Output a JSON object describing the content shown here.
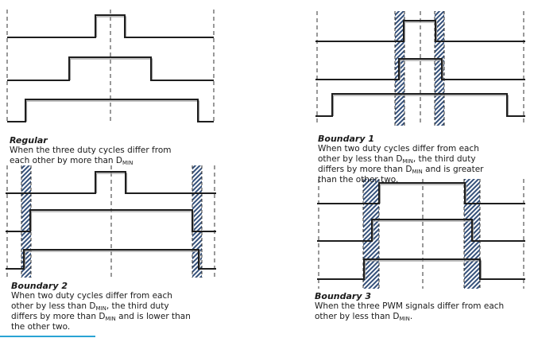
{
  "panels": [
    {
      "id": "regular",
      "title": "Regular",
      "body": [
        {
          "t": "When the three duty cycles differ from each other by more than D"
        },
        {
          "sub": "MIN"
        }
      ],
      "pulses": [
        [
          120,
          157
        ],
        [
          87,
          190
        ],
        [
          32,
          249
        ]
      ],
      "bands": []
    },
    {
      "id": "boundary-1",
      "title": "Boundary 1",
      "body": [
        {
          "t": "When two duty cycles differ from each other by less than D"
        },
        {
          "sub": "MIN"
        },
        {
          "t": ", the third duty differs by more than D"
        },
        {
          "sub": "MIN"
        },
        {
          "t": " and is greater than the other two."
        }
      ],
      "pulses": [
        [
          508,
          548
        ],
        [
          502,
          556
        ],
        [
          418,
          638
        ]
      ],
      "bands": [
        [
          497,
          509
        ],
        [
          547,
          559
        ]
      ]
    },
    {
      "id": "boundary-2",
      "title": "Boundary 2",
      "body": [
        {
          "t": "When two duty cycles differ from each other by less than D"
        },
        {
          "sub": "MIN"
        },
        {
          "t": ", the third duty differs by more than D"
        },
        {
          "sub": "MIN"
        },
        {
          "t": " and is lower than the other two."
        }
      ],
      "pulses": [
        [
          120,
          158
        ],
        [
          38,
          242
        ],
        [
          30,
          250
        ]
      ],
      "bands": [
        [
          27,
          39
        ],
        [
          242,
          254
        ]
      ]
    },
    {
      "id": "boundary-3",
      "title": "Boundary 3",
      "body": [
        {
          "t": "When the three PWM signals differ from each other by less than D"
        },
        {
          "sub": "MIN"
        },
        {
          "t": "."
        }
      ],
      "pulses": [
        [
          477,
          585
        ],
        [
          468,
          594
        ],
        [
          458,
          604
        ]
      ],
      "bands": [
        [
          457,
          477
        ],
        [
          584,
          604
        ]
      ]
    }
  ],
  "colors": {
    "signal": "#1e1e1e",
    "pulse_shadow": "#9a9a9a",
    "dash": "#333333",
    "band": "#34507a"
  }
}
